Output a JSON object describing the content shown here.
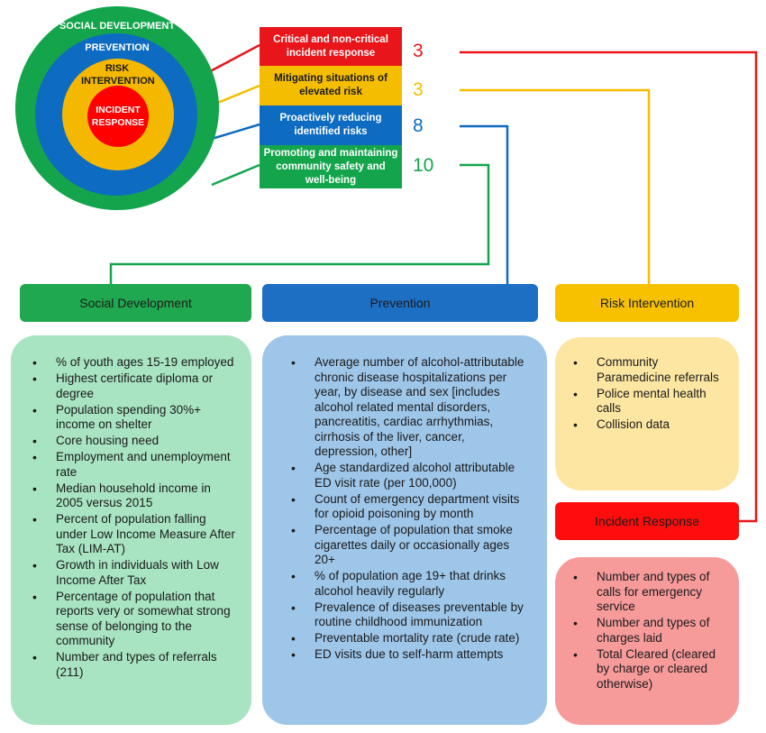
{
  "rings": {
    "outer": {
      "label": "SOCIAL DEVELOPMENT",
      "color": "#14a54c"
    },
    "second": {
      "label": "PREVENTION",
      "color": "#0d6bc2"
    },
    "third": {
      "label": "RISK INTERVENTION",
      "color": "#f5b800"
    },
    "inner": {
      "label": "INCIDENT RESPONSE",
      "color": "#ff0000"
    }
  },
  "levels": [
    {
      "text": "Critical and non-critical incident response",
      "count": "3",
      "color": "#e8151b"
    },
    {
      "text": "Mitigating situations of elevated risk",
      "count": "3",
      "color": "#f5bd00"
    },
    {
      "text": "Proactively reducing identified risks",
      "count": "8",
      "color": "#0d6bc2"
    },
    {
      "text": "Promoting and maintaining community safety and well-being",
      "count": "10",
      "color": "#14a54c"
    }
  ],
  "categories": {
    "social": {
      "header": "Social Development",
      "header_color": "#1fa84f",
      "panel_color": "#a8e4c2",
      "items": [
        "% of youth ages 15-19 employed",
        "Highest certificate diploma or degree",
        "Population spending 30%+ income on shelter",
        "Core housing need",
        "Employment and unemployment rate",
        "Median household income in 2005 versus 2015",
        "Percent of population falling under Low Income Measure After Tax (LIM-AT)",
        "Growth in individuals with Low Income After Tax",
        "Percentage of population that reports very or somewhat strong sense of belonging to the community",
        "Number and types of referrals (211)"
      ]
    },
    "prevention": {
      "header": "Prevention",
      "header_color": "#1d6fc4",
      "panel_color": "#9ec6e9",
      "items": [
        "Average number of alcohol-attributable chronic disease hospitalizations per year, by disease and sex [includes alcohol related mental disorders, pancreatitis, cardiac arrhythmias, cirrhosis of the liver, cancer, depression, other]",
        "Age standardized alcohol attributable ED visit rate (per 100,000)",
        "Count of emergency department visits for opioid poisoning by month",
        "Percentage of population that smoke cigarettes daily or occasionally ages 20+",
        "% of population age 19+ that drinks alcohol heavily regularly",
        "Prevalence of diseases preventable by routine childhood immunization",
        "Preventable mortality rate (crude rate)",
        "ED visits due to self-harm attempts"
      ]
    },
    "risk": {
      "header": "Risk Intervention",
      "header_color": "#f7c100",
      "panel_color": "#fde6a2",
      "items": [
        "Community Paramedicine referrals",
        "Police mental health calls",
        "Collision data"
      ]
    },
    "incident": {
      "header": "Incident Response",
      "header_color": "#ff0d0d",
      "panel_color": "#f79a9a",
      "items": [
        "Number and types of calls for emergency service",
        "Number and types of charges laid",
        "Total Cleared (cleared by charge or cleared otherwise)"
      ]
    }
  }
}
